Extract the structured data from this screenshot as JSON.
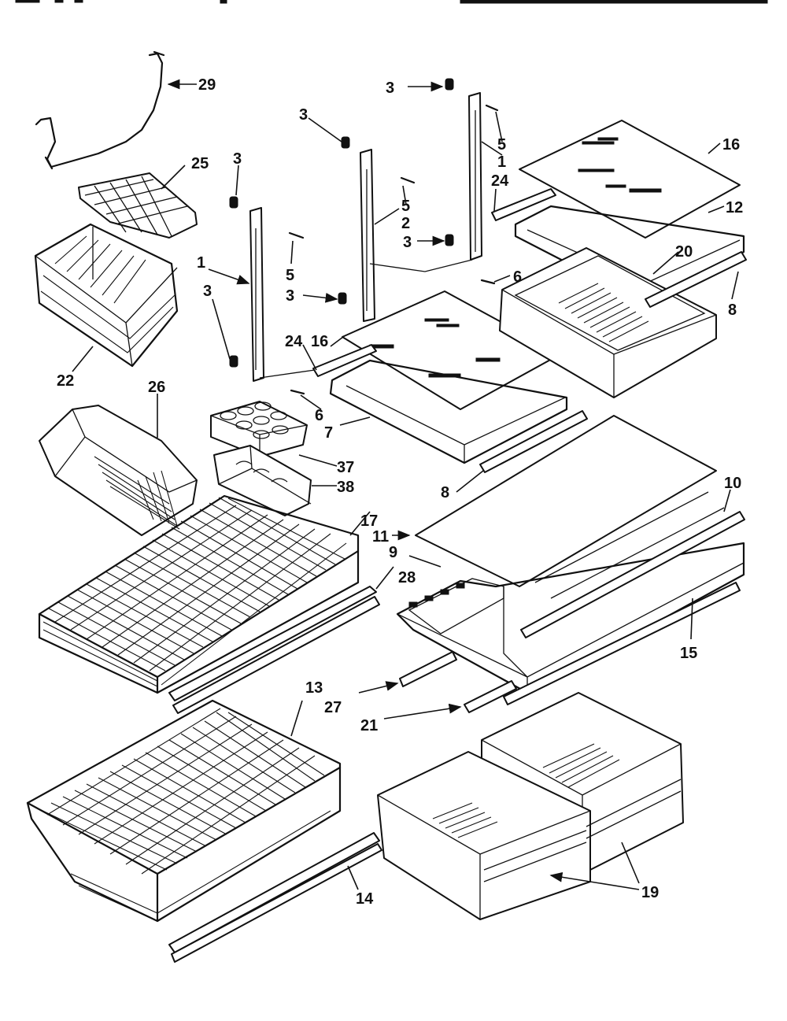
{
  "labels": {
    "p1": "1",
    "p2": "2",
    "p3": "3",
    "p5": "5",
    "p6": "6",
    "p7": "7",
    "p8": "8",
    "p9": "9",
    "p10": "10",
    "p11": "11",
    "p12": "12",
    "p13": "13",
    "p14": "14",
    "p15": "15",
    "p16": "16",
    "p17": "17",
    "p19": "19",
    "p20": "20",
    "p21": "21",
    "p22": "22",
    "p24": "24",
    "p25": "25",
    "p26": "26",
    "p27": "27",
    "p28": "28",
    "p29": "29",
    "p37": "37",
    "p38": "38"
  }
}
